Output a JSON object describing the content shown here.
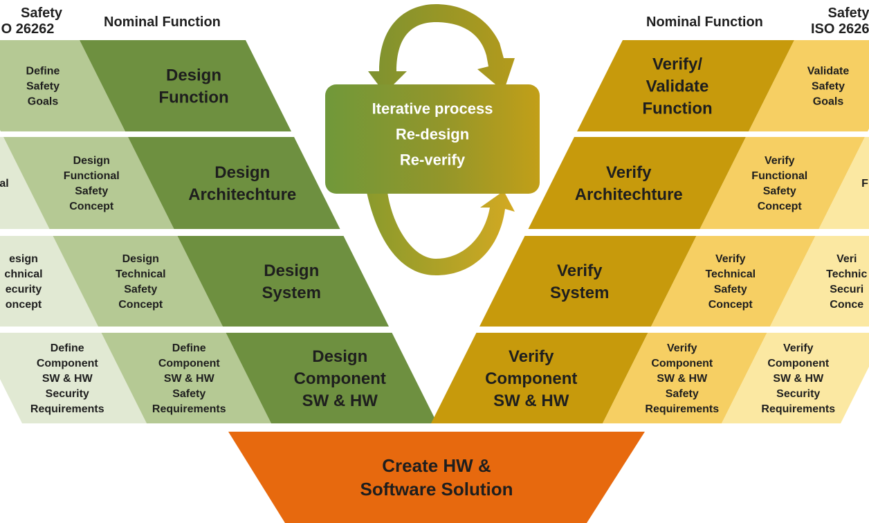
{
  "headers": {
    "left_nominal": "Nominal Function",
    "right_nominal": "Nominal Function",
    "left_safety": [
      "Safety",
      "O 26262"
    ],
    "right_safety": [
      "Safety",
      "ISO 2626"
    ]
  },
  "left_rows": [
    {
      "cells": [
        {
          "kind": "main",
          "lines": [
            "Design",
            "Function"
          ]
        },
        {
          "kind": "safety",
          "lines": [
            "Define",
            "Safety",
            "Goals"
          ]
        }
      ]
    },
    {
      "cells": [
        {
          "kind": "main",
          "lines": [
            "Design",
            "Architechture"
          ]
        },
        {
          "kind": "safety",
          "lines": [
            "Design",
            "Functional",
            "Safety",
            "Concept"
          ]
        },
        {
          "kind": "security",
          "lines": [
            "al"
          ]
        }
      ]
    },
    {
      "cells": [
        {
          "kind": "main",
          "lines": [
            "Design",
            "System"
          ]
        },
        {
          "kind": "safety",
          "lines": [
            "Design",
            "Technical",
            "Safety",
            "Concept"
          ]
        },
        {
          "kind": "security",
          "lines": [
            "esign",
            "chnical",
            "ecurity",
            "oncept"
          ]
        }
      ]
    },
    {
      "cells": [
        {
          "kind": "main",
          "lines": [
            "Design",
            "Component",
            "SW & HW"
          ]
        },
        {
          "kind": "safety",
          "lines": [
            "Define",
            "Component",
            "SW & HW",
            "Safety",
            "Requirements"
          ]
        },
        {
          "kind": "security",
          "lines": [
            "Define",
            "Component",
            "SW & HW",
            "Security",
            "Requirements"
          ]
        }
      ]
    }
  ],
  "right_rows": [
    {
      "cells": [
        {
          "kind": "main",
          "lines": [
            "Verify/",
            "Validate",
            "Function"
          ]
        },
        {
          "kind": "safety",
          "lines": [
            "Validate",
            "Safety",
            "Goals"
          ]
        }
      ]
    },
    {
      "cells": [
        {
          "kind": "main",
          "lines": [
            "Verify",
            "Architechture"
          ]
        },
        {
          "kind": "safety",
          "lines": [
            "Verify",
            "Functional",
            "Safety",
            "Concept"
          ]
        },
        {
          "kind": "security",
          "lines": [
            "F"
          ]
        }
      ]
    },
    {
      "cells": [
        {
          "kind": "main",
          "lines": [
            "Verify",
            "System"
          ]
        },
        {
          "kind": "safety",
          "lines": [
            "Verify",
            "Technical",
            "Safety",
            "Concept"
          ]
        },
        {
          "kind": "security",
          "lines": [
            "Veri",
            "Technic",
            "Securi",
            "Conce"
          ]
        }
      ]
    },
    {
      "cells": [
        {
          "kind": "main",
          "lines": [
            "Verify",
            "Component",
            "SW & HW"
          ]
        },
        {
          "kind": "safety",
          "lines": [
            "Verify",
            "Component",
            "SW & HW",
            "Safety",
            "Requirements"
          ]
        },
        {
          "kind": "security",
          "lines": [
            "Verify",
            "Component",
            "SW & HW",
            "Security",
            "Requirements"
          ]
        }
      ]
    }
  ],
  "iterative": {
    "lines": [
      "Iterative process",
      "Re-design",
      "Re-verify"
    ]
  },
  "bottom": {
    "lines": [
      "Create HW &",
      "Software Solution"
    ]
  },
  "colors": {
    "left_main": "#6e9040",
    "left_safety": "#b5c994",
    "left_security": "#e1e9d3",
    "right_main": "#c79a0c",
    "right_safety": "#f6cf63",
    "right_security": "#fbe8a2",
    "bottom": "#e7690e",
    "text_dark": "#1e1e1e",
    "text_main": "#ffffff",
    "arrow_left": "#7a8a24",
    "arrow_right": "#c9a520"
  }
}
